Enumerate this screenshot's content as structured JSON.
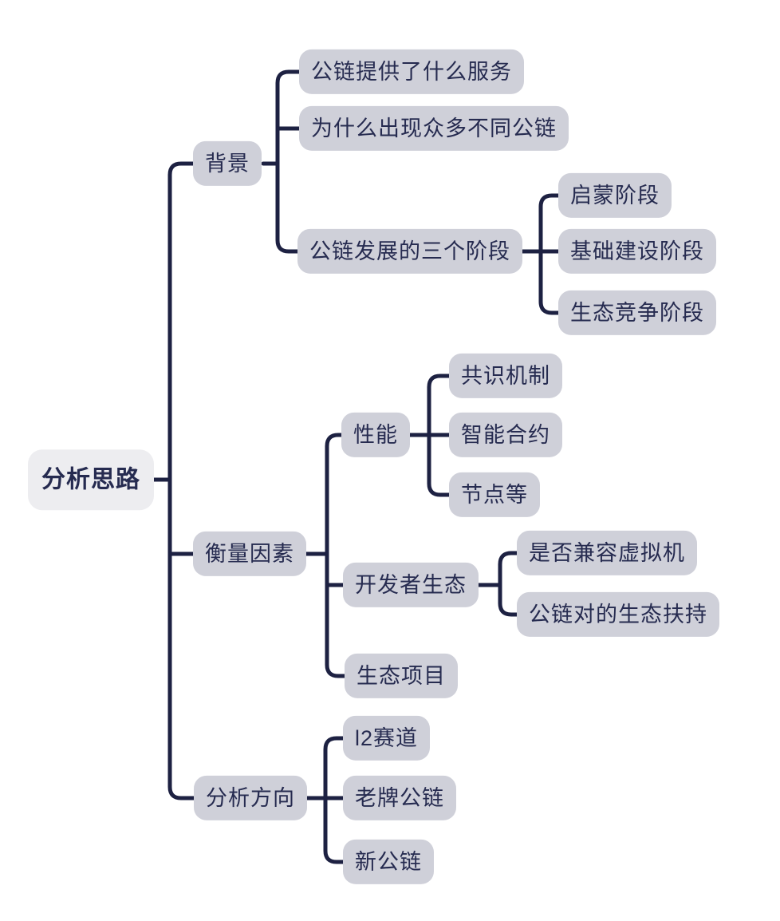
{
  "mindmap": {
    "root": {
      "label": "分析思路"
    },
    "branches": [
      {
        "label": "背景",
        "children": [
          {
            "label": "公链提供了什么服务"
          },
          {
            "label": "为什么出现众多不同公链"
          },
          {
            "label": "公链发展的三个阶段",
            "children": [
              {
                "label": "启蒙阶段"
              },
              {
                "label": "基础建设阶段"
              },
              {
                "label": "生态竞争阶段"
              }
            ]
          }
        ]
      },
      {
        "label": "衡量因素",
        "children": [
          {
            "label": "性能",
            "children": [
              {
                "label": "共识机制"
              },
              {
                "label": "智能合约"
              },
              {
                "label": "节点等"
              }
            ]
          },
          {
            "label": "开发者生态",
            "children": [
              {
                "label": "是否兼容虚拟机"
              },
              {
                "label": "公链对的生态扶持"
              }
            ]
          },
          {
            "label": "生态项目"
          }
        ]
      },
      {
        "label": "分析方向",
        "children": [
          {
            "label": "l2赛道"
          },
          {
            "label": "老牌公链"
          },
          {
            "label": "新公链"
          }
        ]
      }
    ],
    "colors": {
      "canvas": "#ffffff",
      "node_fill": "#cfd0d9",
      "root_fill": "#ededf0",
      "line": "#1d2142",
      "text": "#262b50"
    }
  }
}
